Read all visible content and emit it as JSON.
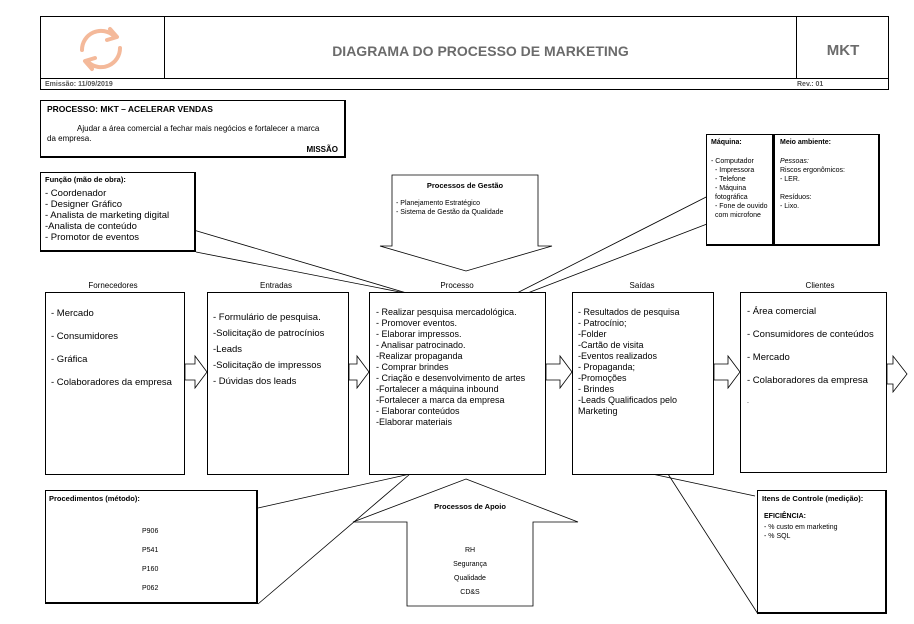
{
  "header": {
    "title": "DIAGRAMA DO PROCESSO DE MARKETING",
    "code": "MKT",
    "emission": "Emissão: 11/09/2019",
    "revision": "Rev.: 01"
  },
  "mission": {
    "process": "PROCESSO: MKT – ACELERAR VENDAS",
    "text": "Ajudar a área comercial a fechar mais negócios e fortalecer a marca da empresa.",
    "label": "MISSÃO"
  },
  "funcao": {
    "title": "Função (mão de obra):",
    "items": [
      "- Coordenador",
      "- Designer Gráfico",
      "- Analista de marketing digital",
      " -Analista de conteúdo",
      "- Promotor de eventos"
    ]
  },
  "gestao": {
    "title": "Processos de Gestão",
    "items": [
      "- Planejamento Estratégico",
      "- Sistema de Gestão da Qualidade"
    ]
  },
  "maquina": {
    "title": "Máquina:",
    "items": [
      "- Computador",
      "- Impressora",
      "- Telefone",
      "- Máquina fotográfica",
      "- Fone de ouvido com microfone"
    ]
  },
  "meio": {
    "title": "Meio ambiente:",
    "pessoas_label": "Pessoas:",
    "riscos": "Riscos ergonômicos:",
    "ler": "- LER.",
    "residuos": "Resíduos:",
    "lixo": "- Lixo."
  },
  "columns": {
    "fornecedores": "Fornecedores",
    "entradas": "Entradas",
    "processo": "Processo",
    "saidas": "Saídas",
    "clientes": "Clientes"
  },
  "fornecedores_items": [
    "- Mercado",
    "- Consumidores",
    "- Gráfica",
    "- Colaboradores da empresa"
  ],
  "entradas_items": [
    "- Formulário de pesquisa.",
    "-Solicitação de patrocínios",
    "-Leads",
    "-Solicitação de impressos",
    "- Dúvidas dos leads"
  ],
  "processo_items": [
    "- Realizar pesquisa mercadológica.",
    "- Promover eventos.",
    "- Elaborar impressos.",
    "- Analisar patrocinado.",
    "-Realizar propaganda",
    "- Comprar brindes",
    "- Criação e desenvolvimento de artes",
    "-Fortalecer a máquina inbound",
    "-Fortalecer a marca da empresa",
    "- Elaborar conteúdos",
    "-Elaborar materiais"
  ],
  "saidas_items": [
    "- Resultados de pesquisa",
    "- Patrocínio;",
    "-Folder",
    "-Cartão de visita",
    "-Eventos realizados",
    "- Propaganda;",
    "-Promoções",
    "- Brindes",
    "-Leads Qualificados pelo",
    "Marketing"
  ],
  "clientes_items": [
    "- Área comercial",
    "- Consumidores de conteúdos",
    "- Mercado",
    "- Colaboradores da empresa",
    "."
  ],
  "procedimentos": {
    "title": "Procedimentos (método):",
    "items": [
      "P906",
      "P541",
      "P160",
      "P062"
    ]
  },
  "apoio": {
    "title": "Processos de Apoio",
    "items": [
      "RH",
      "Segurança",
      "Qualidade",
      "CD&S"
    ]
  },
  "controle": {
    "title": "Itens de Controle (medição):",
    "subtitle": "EFICIÊNCIA:",
    "items": [
      "- % custo em marketing",
      "- % SQL"
    ]
  },
  "colors": {
    "logo": "#f4b99a",
    "title_gray": "#6b6b6b"
  }
}
